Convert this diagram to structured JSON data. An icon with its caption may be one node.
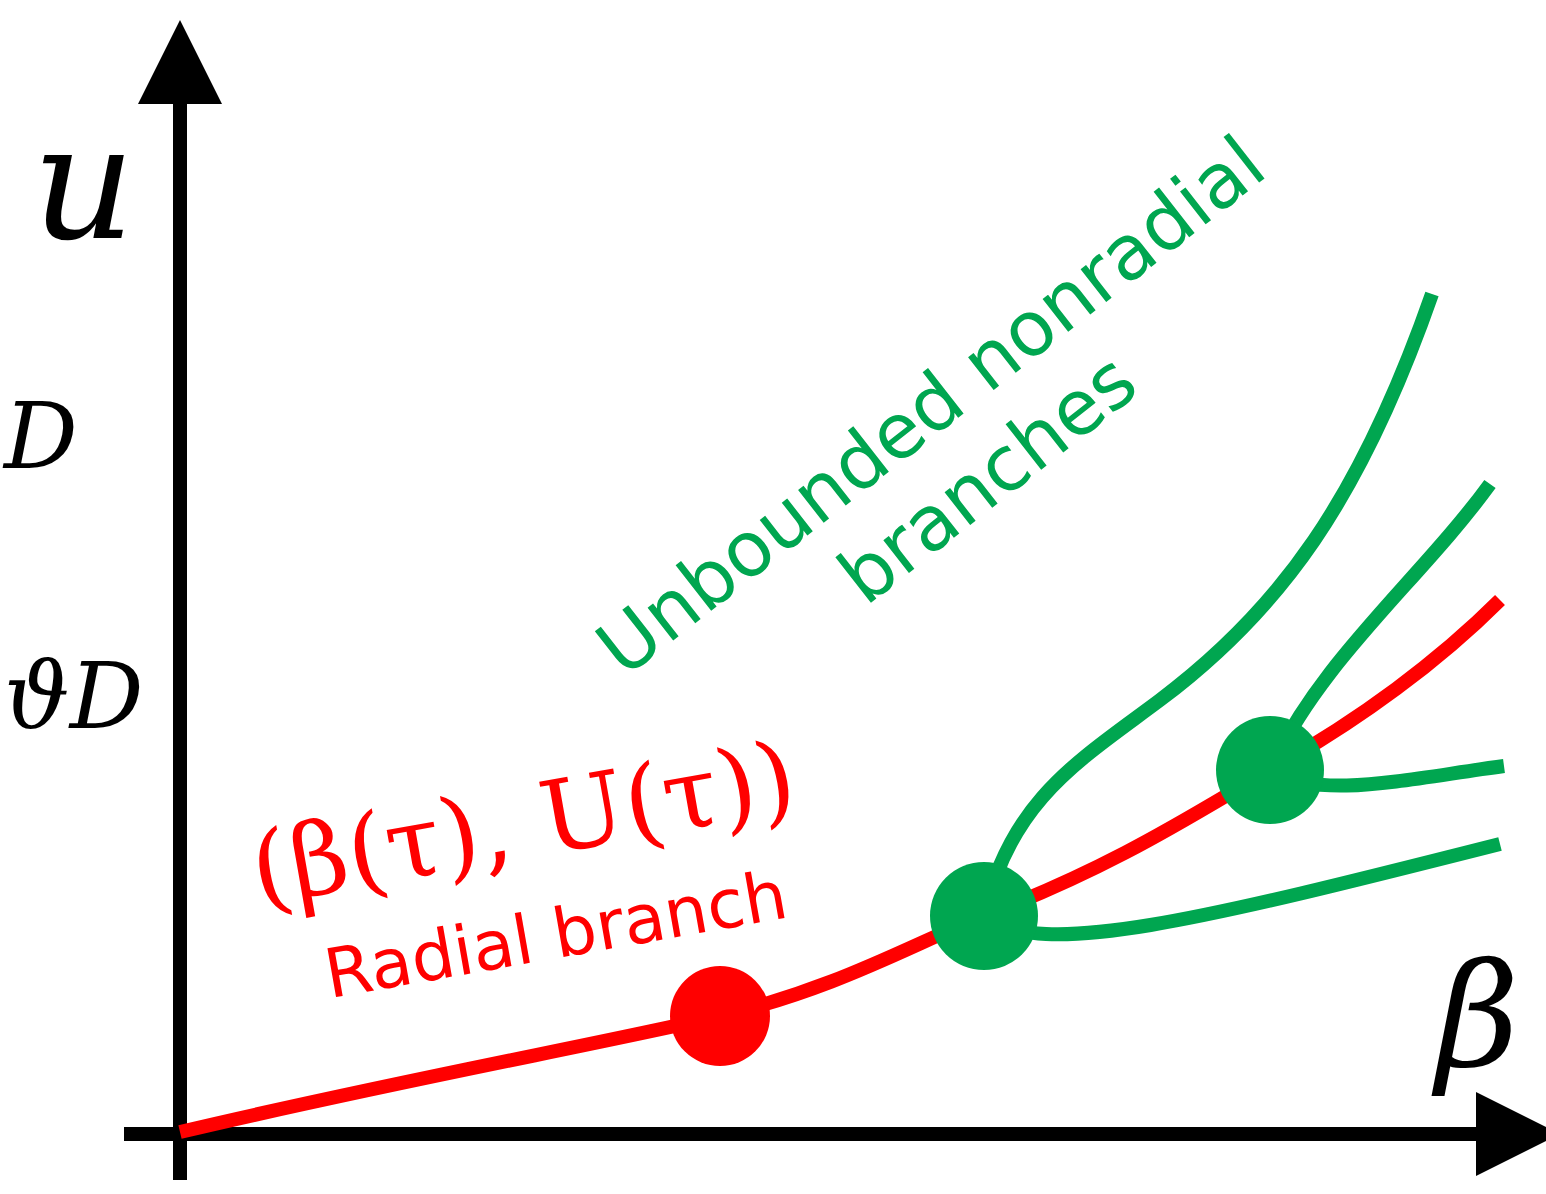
{
  "diagram": {
    "labels": [
      "u",
      "D",
      "ϑD",
      "Unbounded nonradial branches",
      "(β(τ), U(τ))",
      "Radial branch",
      "β"
    ]
  }
}
